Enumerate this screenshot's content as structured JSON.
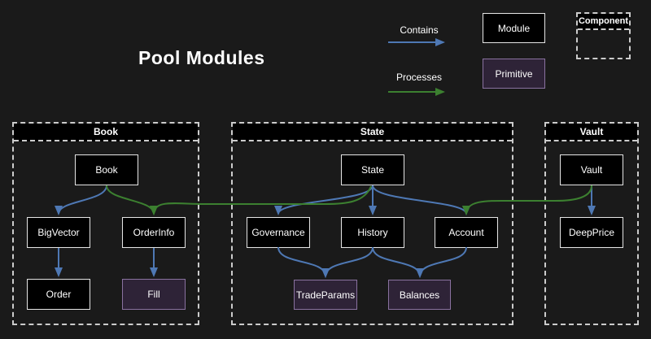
{
  "title": "Pool Modules",
  "colors": {
    "background": "#1a1a1a",
    "contains_arrow": "#4e78b4",
    "processes_arrow": "#3c8030",
    "module_fill": "#000000",
    "module_border": "#e6e6e6",
    "primitive_fill": "#2e2337",
    "primitive_border": "#8a72a0",
    "container_dash": "#cccccc"
  },
  "legend": {
    "contains_label": "Contains",
    "processes_label": "Processes",
    "module_label": "Module",
    "primitive_label": "Primitive",
    "component_label": "Component"
  },
  "containers": {
    "book": {
      "title": "Book"
    },
    "state": {
      "title": "State"
    },
    "vault": {
      "title": "Vault"
    }
  },
  "nodes": {
    "book": "Book",
    "bigvector": "BigVector",
    "orderinfo": "OrderInfo",
    "order": "Order",
    "fill": "Fill",
    "state": "State",
    "governance": "Governance",
    "history": "History",
    "account": "Account",
    "tradeparams": "TradeParams",
    "balances": "Balances",
    "vault": "Vault",
    "deepprice": "DeepPrice"
  },
  "edges": {
    "contains": [
      [
        "Book",
        "BigVector"
      ],
      [
        "BigVector",
        "Order"
      ],
      [
        "OrderInfo",
        "Fill"
      ],
      [
        "State",
        "Governance"
      ],
      [
        "State",
        "History"
      ],
      [
        "State",
        "Account"
      ],
      [
        "Governance",
        "TradeParams"
      ],
      [
        "History",
        "TradeParams"
      ],
      [
        "History",
        "Balances"
      ],
      [
        "Account",
        "Balances"
      ],
      [
        "Vault",
        "DeepPrice"
      ]
    ],
    "processes": [
      [
        "Book",
        "OrderInfo"
      ],
      [
        "State",
        "OrderInfo"
      ],
      [
        "Vault",
        "Account"
      ]
    ]
  }
}
